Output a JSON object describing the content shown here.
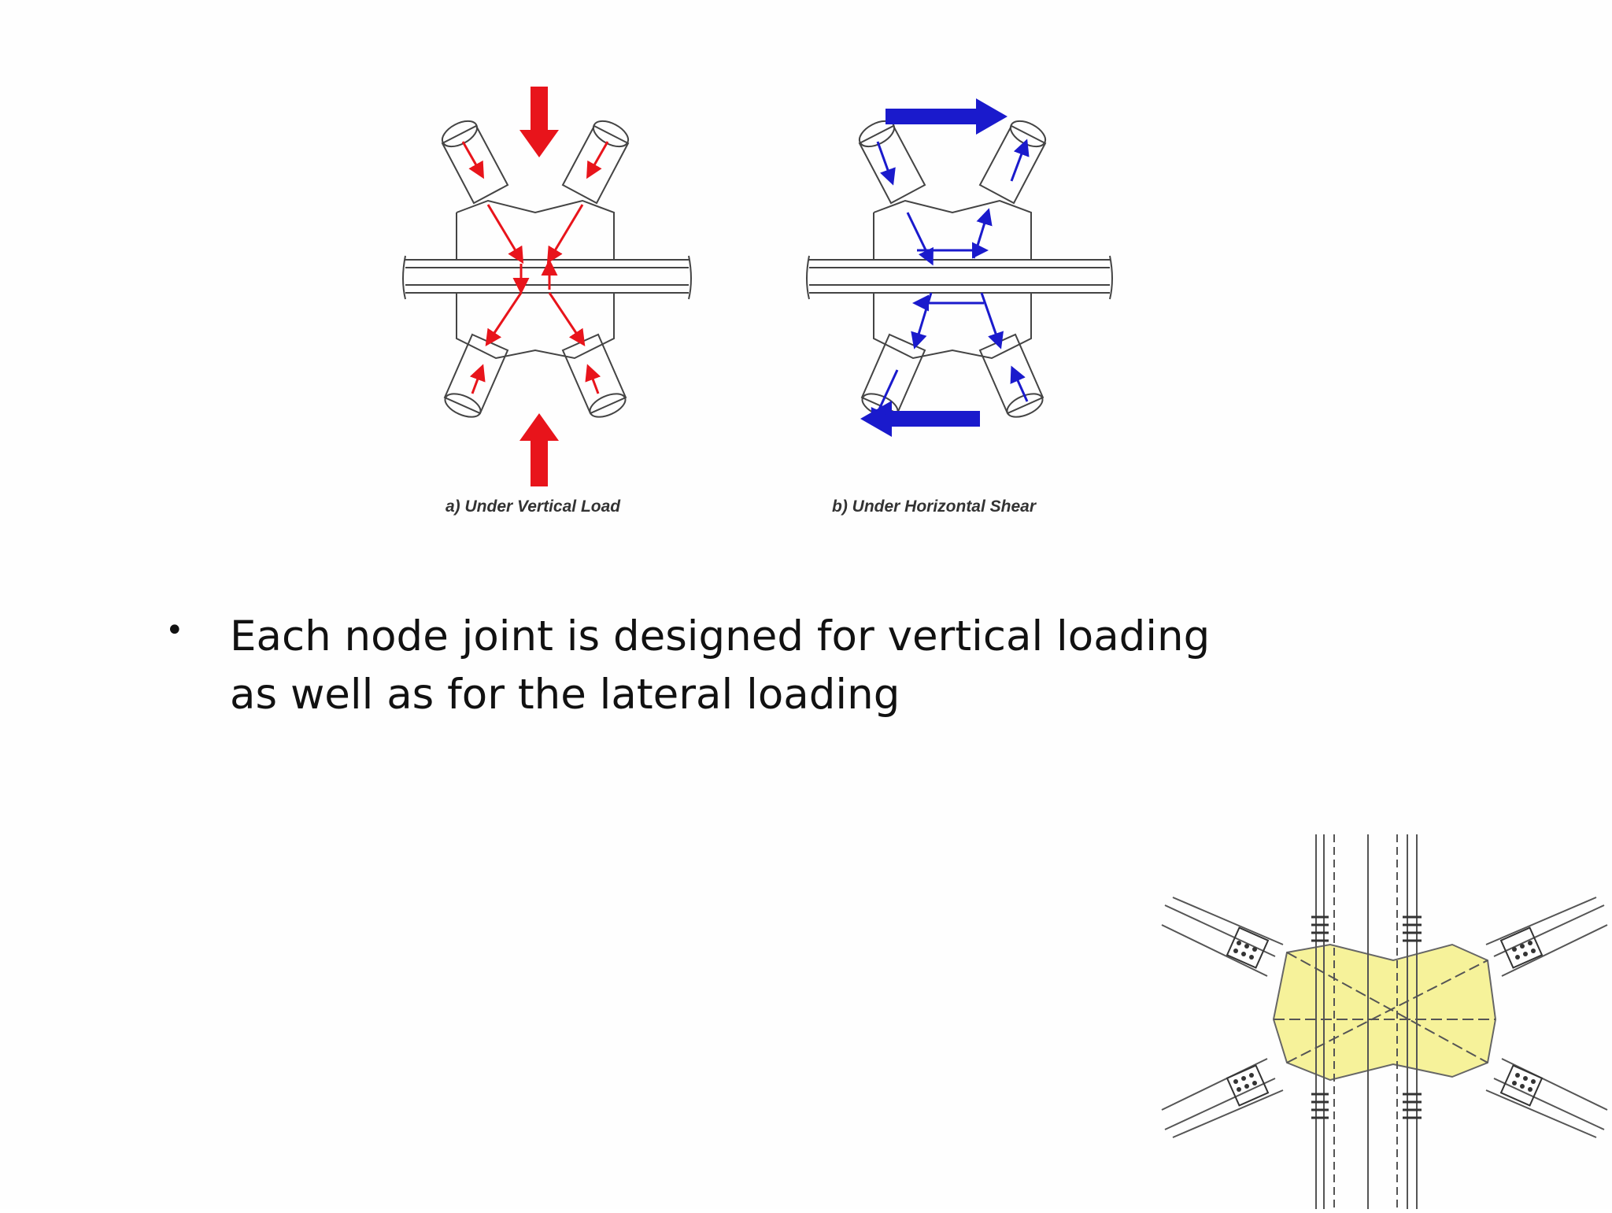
{
  "figure": {
    "panel_a_caption": "a) Under Vertical Load",
    "panel_b_caption": "b) Under Horizontal Shear",
    "panel_a_arrow_color": "#e8141b",
    "panel_b_arrow_color": "#1a1acc"
  },
  "bullet": {
    "line1": "Each node joint is designed for vertical loading",
    "line2": "as well as for the lateral loading"
  },
  "node_drawing": {
    "fill_color": "#f6f29a"
  }
}
